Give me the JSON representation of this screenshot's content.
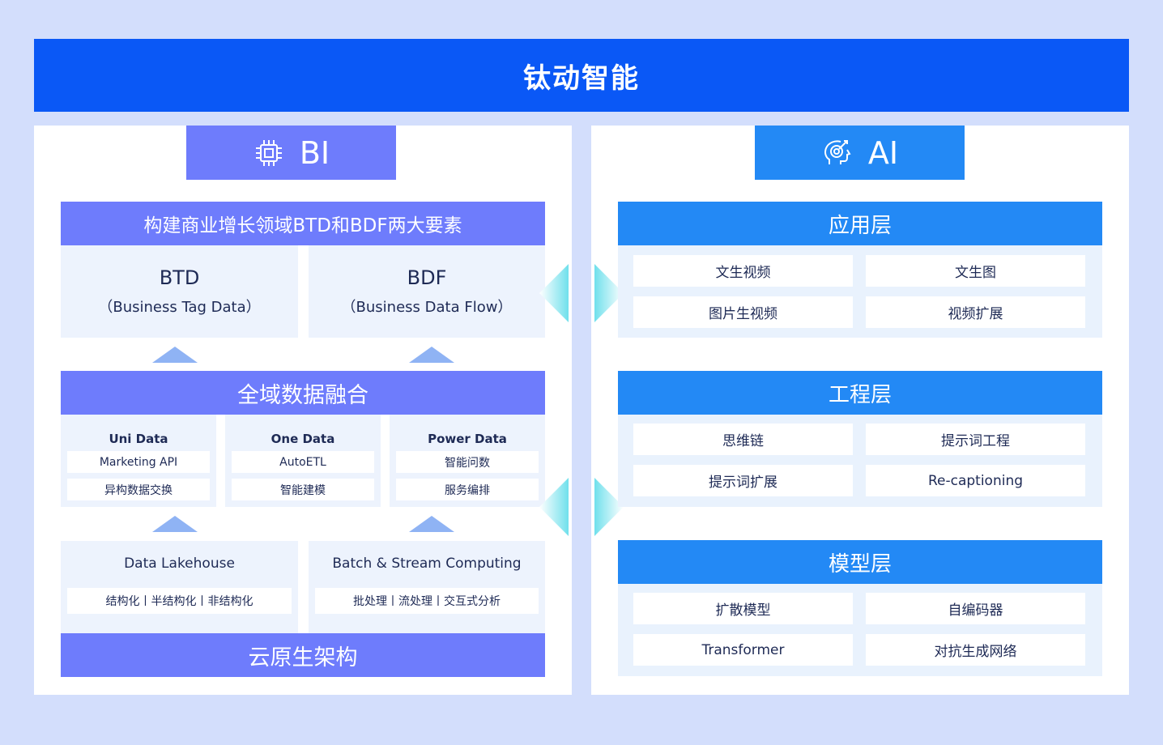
{
  "header": {
    "title": "钛动智能"
  },
  "bi": {
    "tab_label": "BI",
    "elements_title": "构建商业增长领域BTD和BDF两大要素",
    "btd": {
      "name": "BTD",
      "desc": "（Business Tag Data）"
    },
    "bdf": {
      "name": "BDF",
      "desc": "（Business Data Flow）"
    },
    "fusion_title": "全域数据融合",
    "fusion_columns": [
      {
        "title": "Uni Data",
        "items": [
          "Marketing API",
          "异构数据交换"
        ]
      },
      {
        "title": "One Data",
        "items": [
          "AutoETL",
          "智能建模"
        ]
      },
      {
        "title": "Power Data",
        "items": [
          "智能问数",
          "服务编排"
        ]
      }
    ],
    "lakehouse": {
      "title": "Data Lakehouse",
      "detail": "结构化丨半结构化丨非结构化"
    },
    "computing": {
      "title": "Batch & Stream Computing",
      "detail": "批处理丨流处理丨交互式分析"
    },
    "foundation": "云原生架构"
  },
  "ai": {
    "tab_label": "AI",
    "layers": [
      {
        "title": "应用层",
        "items": [
          "文生视频",
          "文生图",
          "图片生视频",
          "视频扩展"
        ]
      },
      {
        "title": "工程层",
        "items": [
          "思维链",
          "提示词工程",
          "提示词扩展",
          "Re-captioning"
        ]
      },
      {
        "title": "模型层",
        "items": [
          "扩散模型",
          "自编码器",
          "Transformer",
          "对抗生成网络"
        ]
      }
    ]
  },
  "colors": {
    "banner": "#0a58f6",
    "bi_accent": "#6e7cfc",
    "ai_accent": "#2389f5",
    "connector": "#6fe0ec"
  }
}
